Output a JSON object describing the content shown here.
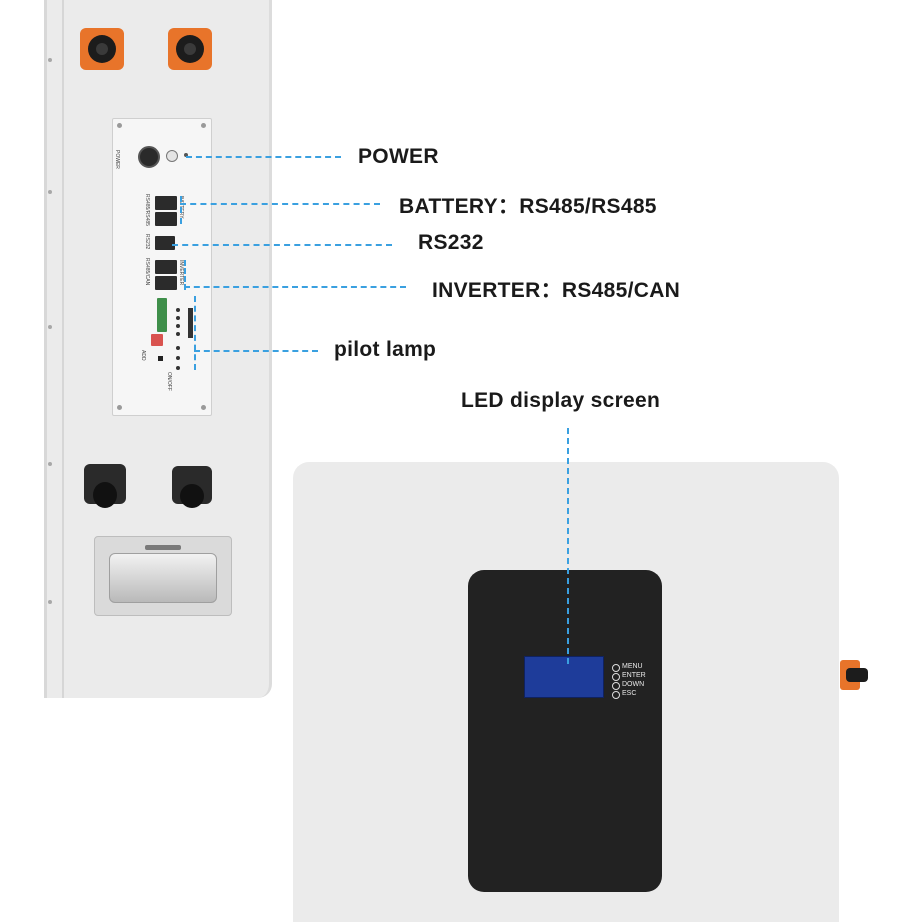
{
  "callouts": {
    "power": "POWER",
    "battery": "BATTERY：RS485/RS485",
    "rs232": "RS232",
    "inverter": "INVERTER：RS485/CAN",
    "pilot_lamp": "pilot lamp",
    "led_screen": "LED display screen"
  },
  "panel_silkscreen": {
    "power": "POWER",
    "battery_port": "RS485/RS485",
    "battery_side": "BATTERY",
    "rs232_port": "RS232",
    "inverter_port": "RS485/CAN",
    "inverter_side": "INVERTER",
    "dip": "ADD",
    "on_off": "ON/OFF"
  },
  "front_buttons": [
    "MENU",
    "ENTER",
    "DOWN",
    "ESC"
  ],
  "colors": {
    "dash_line": "#3aa0e0",
    "terminal_orange": "#e8742a",
    "display_blue": "#1e3c9a",
    "front_panel": "#222222",
    "casing": "#ececec"
  }
}
